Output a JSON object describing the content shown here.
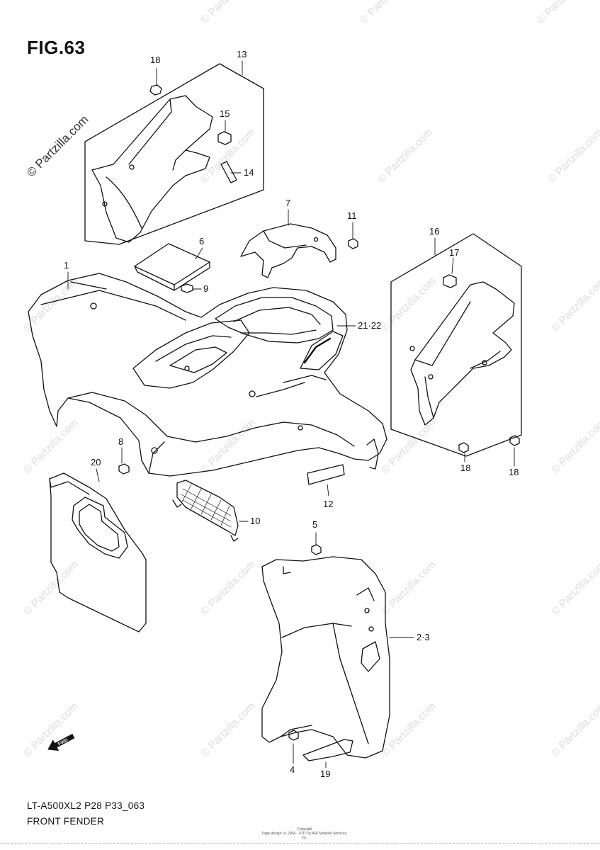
{
  "figure": {
    "title": "FIG.63",
    "model_code": "LT-A500XL2 P28 P33_063",
    "section_name": "FRONT FENDER",
    "side_credit": "© Partzilla.com",
    "watermark_text": "© Partzilla.com",
    "copyright_label": "Copyright",
    "copyright_notice": "Page design (c) 2004 - 2017 by ARI Network Services, Inc."
  },
  "callouts": [
    {
      "label": "18",
      "part": "bolt-top-left"
    },
    {
      "label": "13",
      "part": "left-side-cover-group"
    },
    {
      "label": "15",
      "part": "grommet-left"
    },
    {
      "label": "14",
      "part": "cushion-left"
    },
    {
      "label": "7",
      "part": "center-cover"
    },
    {
      "label": "11",
      "part": "nut-center"
    },
    {
      "label": "6",
      "part": "lid-panel"
    },
    {
      "label": "9",
      "part": "grommet-center"
    },
    {
      "label": "1",
      "part": "front-fender"
    },
    {
      "label": "21·22",
      "part": "fender-emblem"
    },
    {
      "label": "16",
      "part": "right-side-cover-group"
    },
    {
      "label": "17",
      "part": "grommet-right"
    },
    {
      "label": "18",
      "part": "bolt-right-a"
    },
    {
      "label": "18",
      "part": "bolt-right-b"
    },
    {
      "label": "8",
      "part": "screw-left"
    },
    {
      "label": "20",
      "part": "heat-shield-panel"
    },
    {
      "label": "10",
      "part": "grille"
    },
    {
      "label": "12",
      "part": "cushion-bar"
    },
    {
      "label": "5",
      "part": "bolt-mud-guard-top"
    },
    {
      "label": "2·3",
      "part": "front-mud-guard"
    },
    {
      "label": "4",
      "part": "bolt-mud-guard-bottom"
    },
    {
      "label": "19",
      "part": "cushion-bottom"
    }
  ],
  "icons": {
    "fwd_arrow": "fwd-arrow-icon",
    "fwd_label": "FWD"
  },
  "colors": {
    "line": "#111111",
    "watermark": "#dcdcdc",
    "background": "#ffffff"
  }
}
